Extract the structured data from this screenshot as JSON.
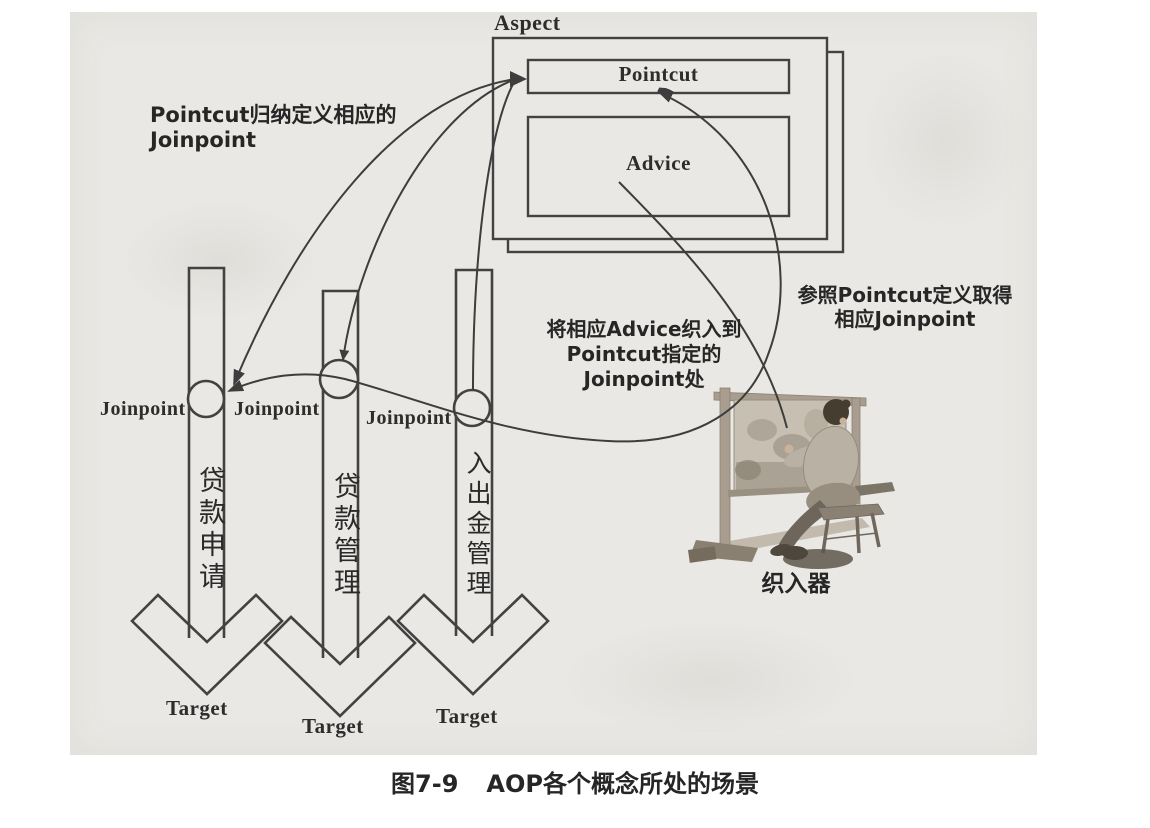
{
  "figure": {
    "aspect_label": "Aspect",
    "pointcut_label": "Pointcut",
    "advice_label": "Advice",
    "joinpoint_labels": [
      "Joinpoint",
      "Joinpoint",
      "Joinpoint"
    ],
    "target_labels": [
      "Target",
      "Target",
      "Target"
    ],
    "bar_labels": [
      "贷款申请",
      "贷款管理",
      "入出金管理"
    ],
    "notes": {
      "pointcut_note": "Pointcut归纳定义相应的\nJoinpoint",
      "advice_note": "将相应Advice织入到\nPointcut指定的\nJoinpoint处",
      "reference_note": "参照Pointcut定义取得\n相应Joinpoint",
      "weaver_label": "织入器"
    },
    "caption": {
      "number": "图7-9",
      "title": "AOP各个概念所处的场景"
    },
    "colors": {
      "scan_bg": "#e9e8e4",
      "line": "#454545",
      "text": "#242424"
    }
  }
}
